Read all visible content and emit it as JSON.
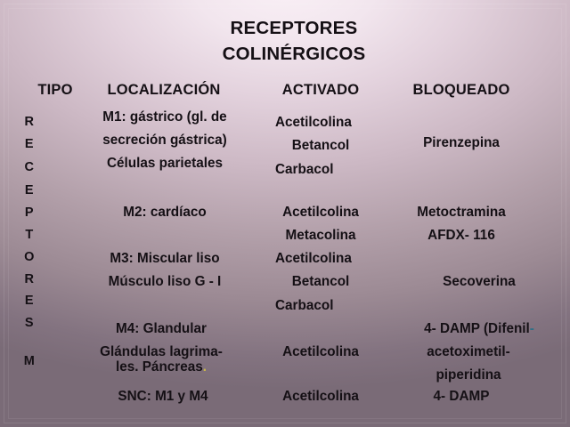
{
  "slide": {
    "title_line1": "RECEPTORES",
    "title_line2": "COLINÉRGICOS",
    "background_light": "#f7ecf3",
    "background_dark": "#7a6b77",
    "text_color": "#151015"
  },
  "table": {
    "headers": {
      "tipo": "TIPO",
      "localizacion": "LOCALIZACIÓN",
      "activado": "ACTIVADO",
      "bloqueado": "BLOQUEADO"
    },
    "vertical_label": {
      "word": "RECEPTORES",
      "letters": [
        "R",
        "E",
        "C",
        "E",
        "P",
        "T",
        "O",
        "R",
        "E",
        "S"
      ],
      "suffix": "M"
    },
    "rows": [
      {
        "receptor": "M1",
        "localizacion": [
          "M1: gástrico (gl. de",
          "secreción gástrica)",
          "Células parietales"
        ],
        "activado": [
          "Acetilcolina",
          "Betancol",
          "Carbacol"
        ],
        "bloqueado": [
          "Pirenzepina"
        ]
      },
      {
        "receptor": "M2",
        "localizacion": [
          "M2: cardíaco"
        ],
        "activado": [
          "Acetilcolina",
          "Metacolina"
        ],
        "bloqueado": [
          "Metoctramina",
          "AFDX- 116"
        ]
      },
      {
        "receptor": "M3",
        "localizacion": [
          "M3: Miscular liso",
          "Músculo liso G - I"
        ],
        "activado": [
          "Acetilcolina",
          "Betancol",
          "Carbacol"
        ],
        "bloqueado": [
          "Secoverina"
        ]
      },
      {
        "receptor": "M4",
        "localizacion": [
          "M4: Glandular",
          "Glándulas lagrima-",
          "les. Páncreas"
        ],
        "localizacion_trailing_dot": ".",
        "activado": [
          "Acetilcolina"
        ],
        "bloqueado": [
          "4- DAMP (Difenil",
          "acetoximetil-",
          "piperidina"
        ],
        "bloqueado_trailing_dash": "-"
      },
      {
        "receptor": "SNC",
        "localizacion": [
          "SNC: M1 y M4"
        ],
        "activado": [
          "Acetilcolina"
        ],
        "bloqueado": [
          "4- DAMP"
        ]
      }
    ]
  }
}
